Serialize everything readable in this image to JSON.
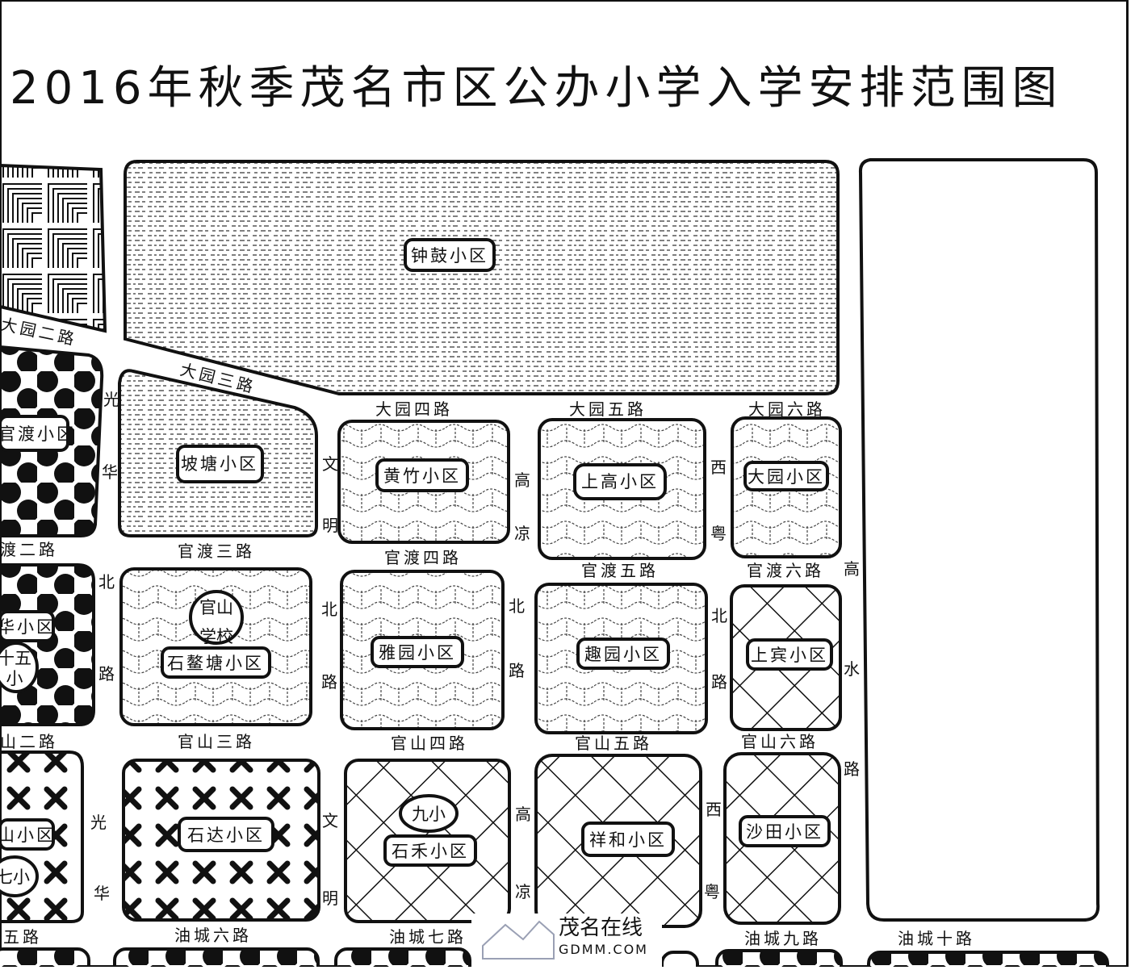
{
  "title": "2016年秋季茂名市区公办小学入学安排范围图",
  "colors": {
    "ink": "#111111",
    "paper": "#ffffff",
    "watermark": "#9aa0b4"
  },
  "districts": {
    "zhonggu": "钟鼓小区",
    "guandu": "官渡小区",
    "potang": "坡塘小区",
    "huangzhu": "黄竹小区",
    "shanggao": "上高小区",
    "dayuan": "大园小区",
    "left_mid": "华小区",
    "shiaotang": "石鳌塘小区",
    "yayuan": "雅园小区",
    "quyuan": "趣园小区",
    "shangbin": "上宾小区",
    "left_low": "山小区",
    "shida": "石达小区",
    "shihe": "石禾小区",
    "xianghe": "祥和小区",
    "shatian": "沙田小区"
  },
  "schools": {
    "guanshan_1": "官山",
    "guanshan_2": "学校",
    "shiwu_1": "十五",
    "shiwu_2": "小",
    "jiuxiao": "九小",
    "qixiao": "七小"
  },
  "roads": {
    "dayuan2": "大园二路",
    "dayuan3": "大园三路",
    "dayuan4": "大园四路",
    "dayuan5": "大园五路",
    "dayuan6": "大园六路",
    "guandu2": "渡二路",
    "guandu3": "官渡三路",
    "guandu4": "官渡四路",
    "guandu5": "官渡五路",
    "guandu6": "官渡六路",
    "guanshan2": "山二路",
    "guanshan3": "官山三路",
    "guanshan4": "官山四路",
    "guanshan5": "官山五路",
    "guanshan6": "官山六路",
    "youcheng5": "五路",
    "youcheng6": "油城六路",
    "youcheng7": "油城七路",
    "youcheng9": "油城九路",
    "youcheng10": "油城十路",
    "guanghua": [
      "光",
      "华"
    ],
    "wenming": [
      "文",
      "明"
    ],
    "gaoliang": [
      "高",
      "凉"
    ],
    "xiyue": [
      "西",
      "粤"
    ],
    "beilu": [
      "北",
      "路"
    ],
    "gaoshui": [
      "高",
      "水",
      "路"
    ]
  },
  "watermark": {
    "brand": "茂名在线",
    "domain": "GDMM.COM"
  }
}
